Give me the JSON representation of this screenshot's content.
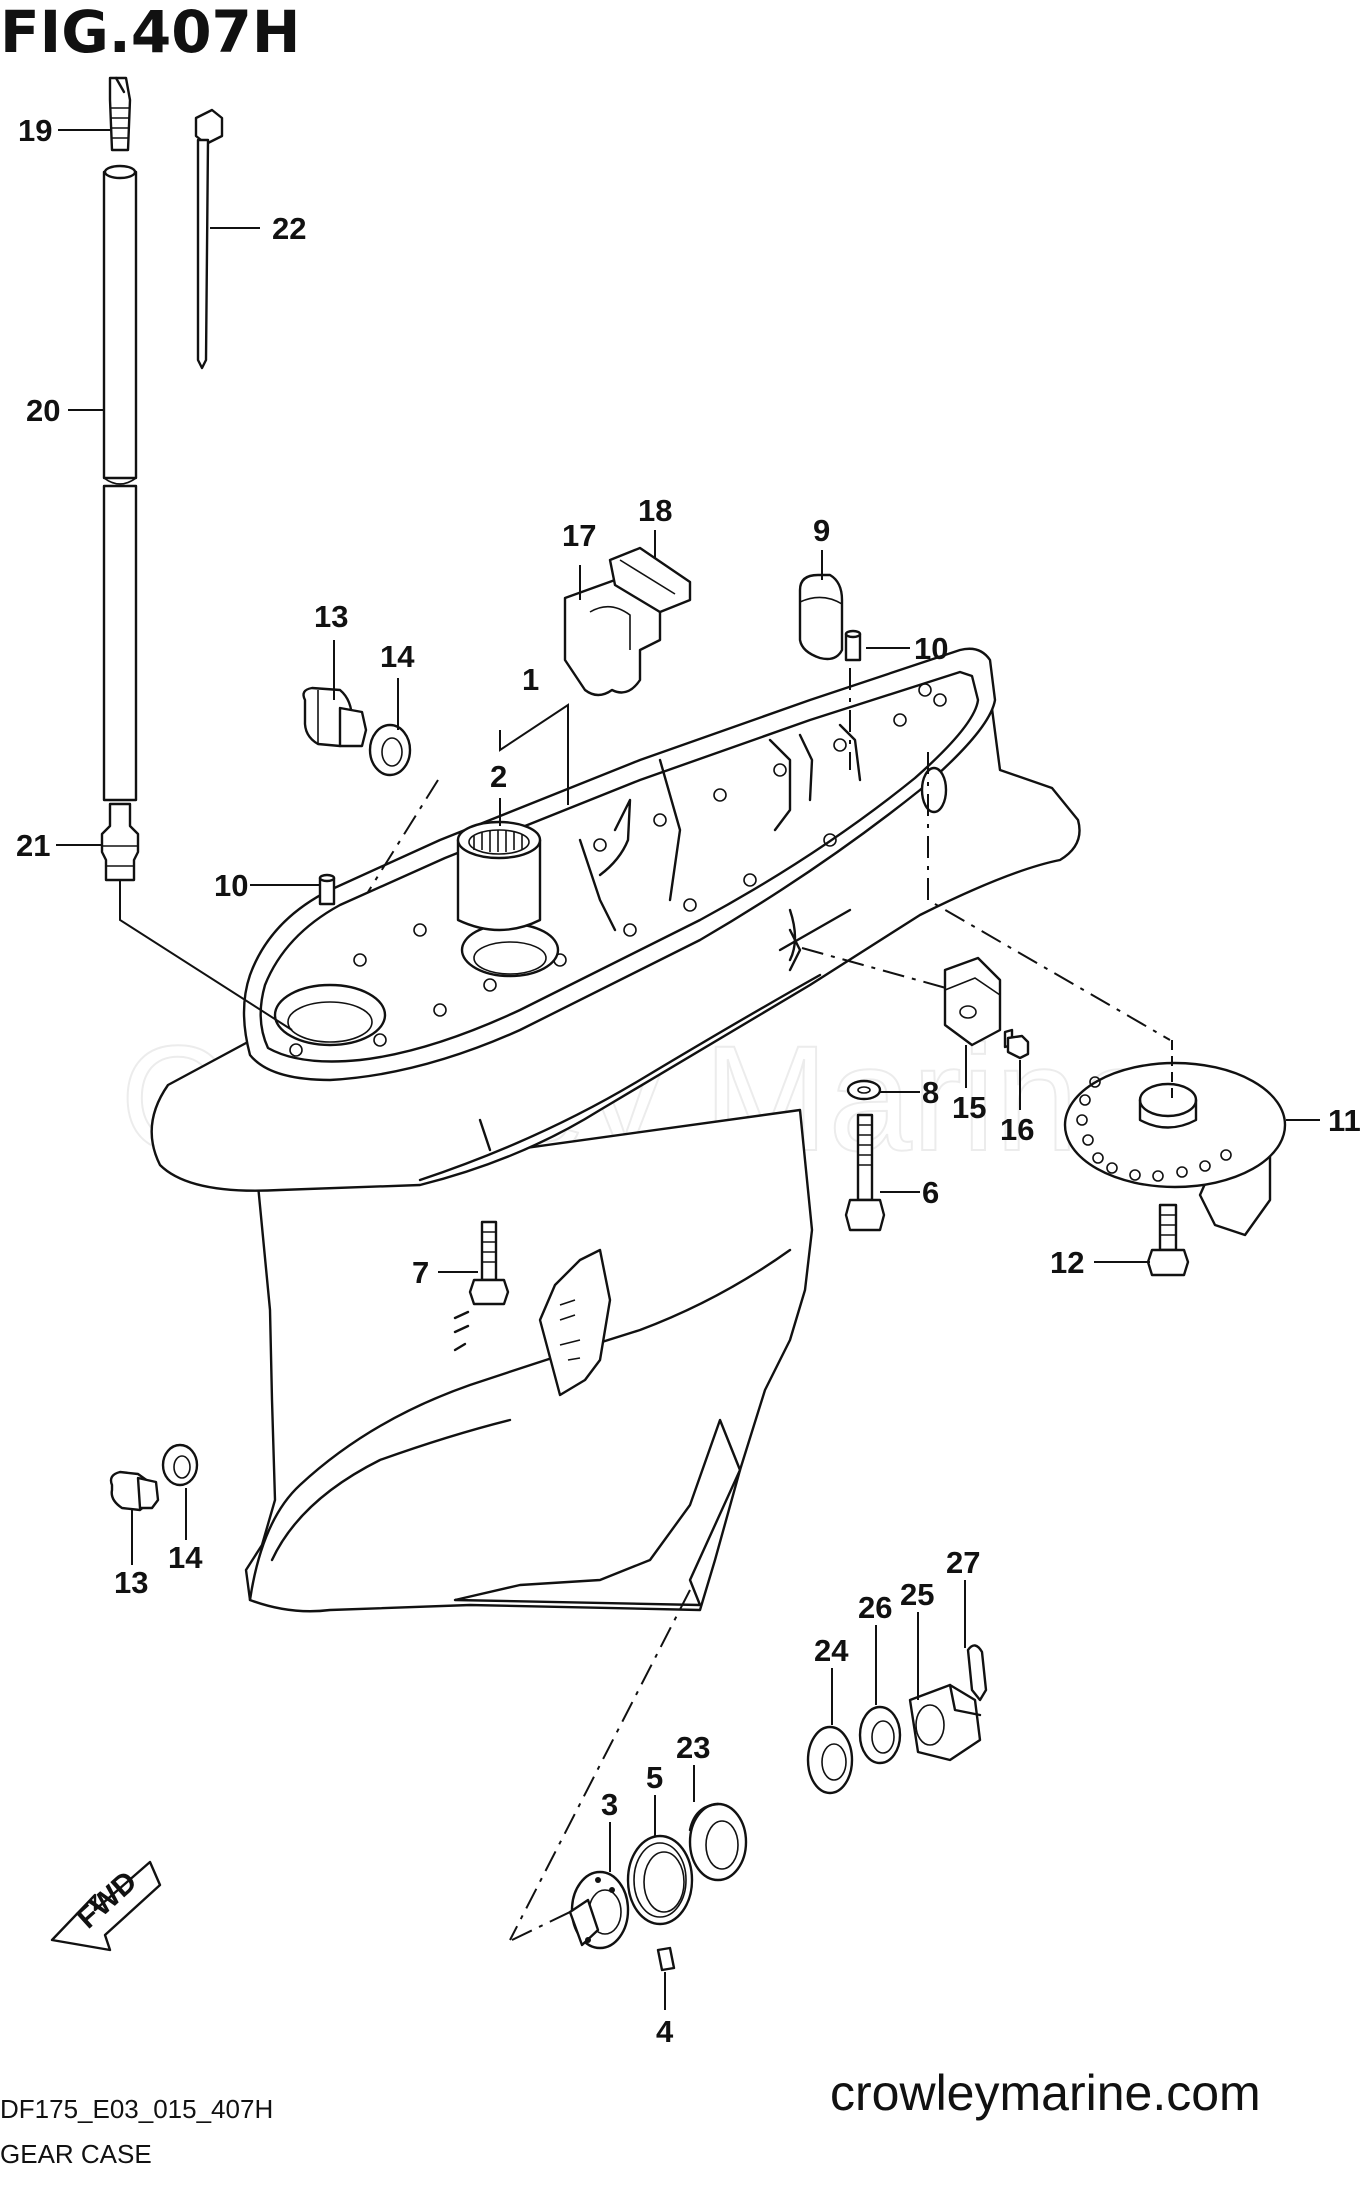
{
  "figure": {
    "title": "FIG.407H",
    "drawing_code": "DF175_E03_015_407H",
    "section_name": "GEAR CASE",
    "website": "crowleymarine.com",
    "watermark": "Crowley Marine",
    "direction_label": "FWD"
  },
  "callouts": [
    {
      "id": "c19",
      "label": "19"
    },
    {
      "id": "c22",
      "label": "22"
    },
    {
      "id": "c20",
      "label": "20"
    },
    {
      "id": "c21",
      "label": "21"
    },
    {
      "id": "c18",
      "label": "18"
    },
    {
      "id": "c17",
      "label": "17"
    },
    {
      "id": "c9",
      "label": "9"
    },
    {
      "id": "c10a",
      "label": "10"
    },
    {
      "id": "c13a",
      "label": "13"
    },
    {
      "id": "c14a",
      "label": "14"
    },
    {
      "id": "c1",
      "label": "1"
    },
    {
      "id": "c2",
      "label": "2"
    },
    {
      "id": "c10b",
      "label": "10"
    },
    {
      "id": "c8",
      "label": "8"
    },
    {
      "id": "c15",
      "label": "15"
    },
    {
      "id": "c16",
      "label": "16"
    },
    {
      "id": "c11",
      "label": "11"
    },
    {
      "id": "c6",
      "label": "6"
    },
    {
      "id": "c7",
      "label": "7"
    },
    {
      "id": "c12",
      "label": "12"
    },
    {
      "id": "c13b",
      "label": "13"
    },
    {
      "id": "c14b",
      "label": "14"
    },
    {
      "id": "c27",
      "label": "27"
    },
    {
      "id": "c25",
      "label": "25"
    },
    {
      "id": "c26",
      "label": "26"
    },
    {
      "id": "c24",
      "label": "24"
    },
    {
      "id": "c23",
      "label": "23"
    },
    {
      "id": "c5",
      "label": "5"
    },
    {
      "id": "c3",
      "label": "3"
    },
    {
      "id": "c4",
      "label": "4"
    }
  ]
}
